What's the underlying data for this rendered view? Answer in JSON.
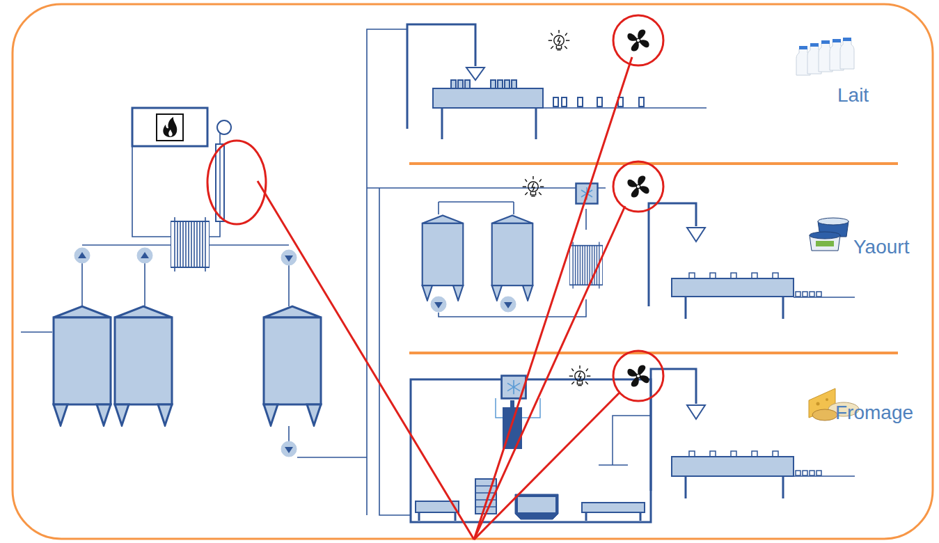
{
  "diagram": {
    "labels": [
      "Lait",
      "Yaourt",
      "Fromage"
    ]
  }
}
